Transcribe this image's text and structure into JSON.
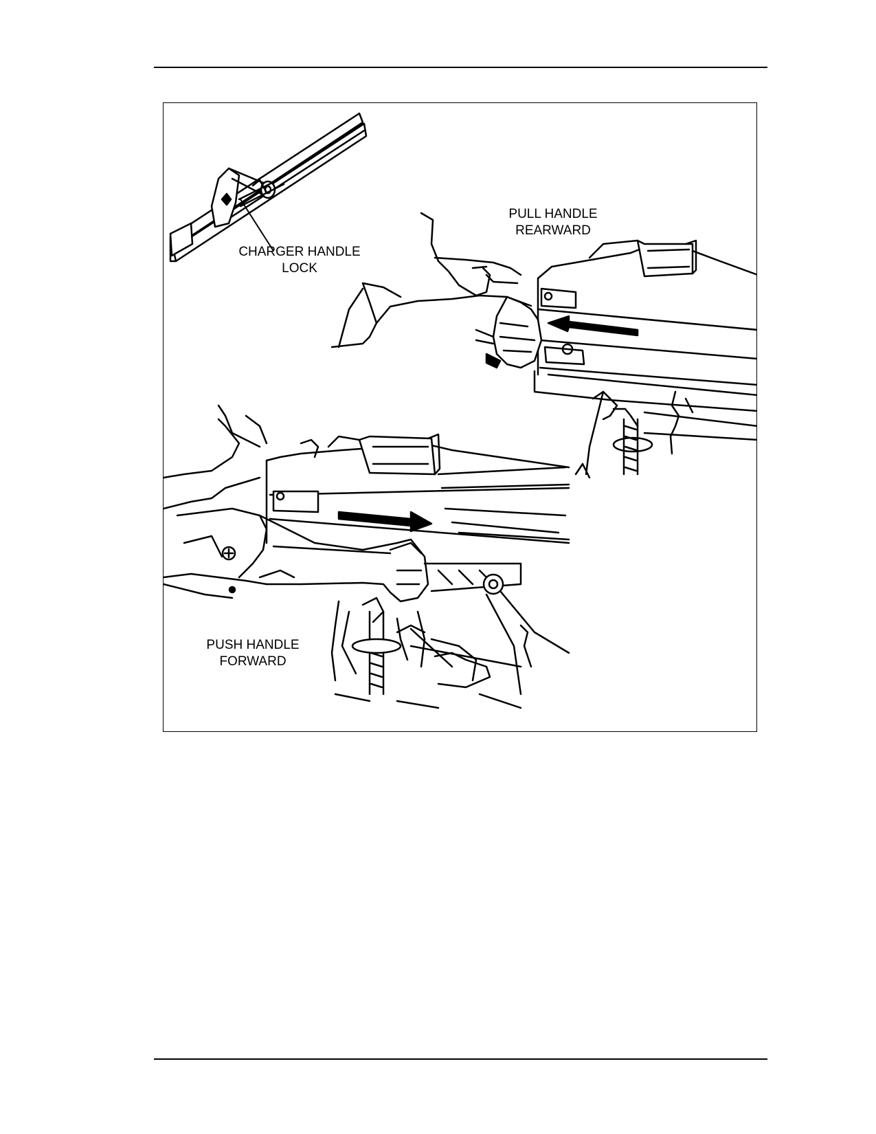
{
  "figure": {
    "callouts": {
      "charger_lock": {
        "line1": "CHARGER HANDLE",
        "line2": "LOCK"
      },
      "pull": {
        "line1": "PULL HANDLE",
        "line2": "REARWARD"
      },
      "push": {
        "line1": "PUSH HANDLE",
        "line2": "FORWARD"
      }
    },
    "icons": [
      "charger-handle-detail-illustration",
      "pull-handle-illustration",
      "push-handle-illustration",
      "rearward-arrow-icon",
      "forward-arrow-icon"
    ]
  }
}
